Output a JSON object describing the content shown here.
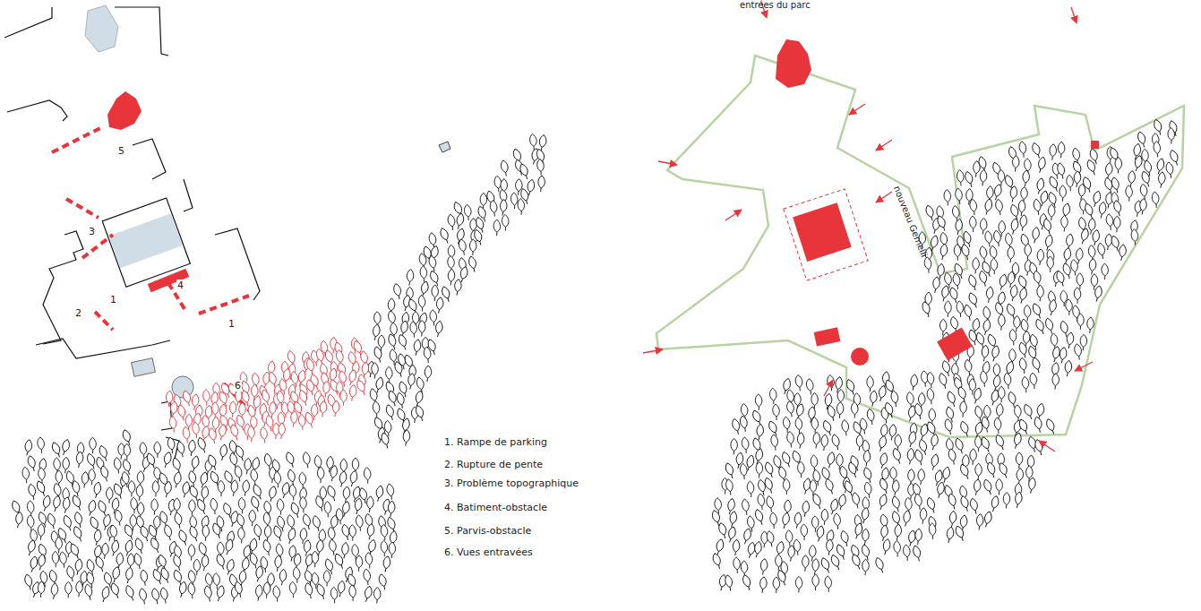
{
  "diagram": {
    "labels": [
      "5",
      "3",
      "1",
      "2",
      "1",
      "4",
      "6",
      "1. Rampe de parking",
      "2. Rupture de pente",
      "3. Problème topographique",
      "4. Batiment-obstacle",
      "5. Parvis-obstacle",
      "6. Vues entravées",
      "entrées du parc",
      "nouveau Gemelli"
    ]
  }
}
